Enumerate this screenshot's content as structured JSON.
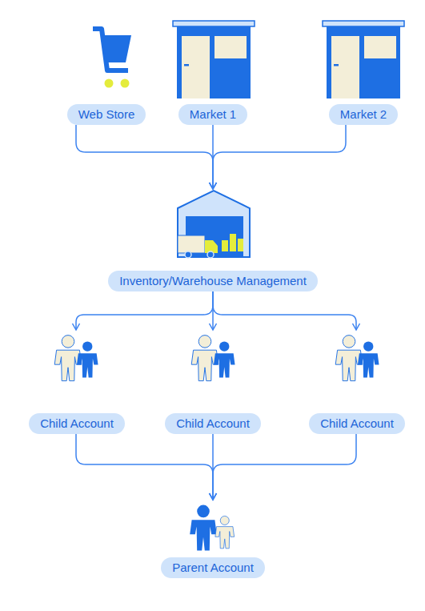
{
  "diagram": {
    "nodes": [
      {
        "text": [
          "Web Store"
        ]
      },
      {
        "text": [
          "Market 1"
        ]
      },
      {
        "text": [
          "Market 2"
        ]
      },
      {
        "text": [
          "Inventory/Warehouse Management"
        ]
      },
      {
        "text": [
          "Child Account"
        ]
      },
      {
        "text": [
          "Child Account"
        ]
      },
      {
        "text": [
          "Child Account"
        ]
      },
      {
        "text": [
          "Parent Account"
        ]
      }
    ],
    "edges": [
      {
        "from": 0,
        "to": 3,
        "arrow": "to"
      },
      {
        "from": 1,
        "to": 3,
        "arrow": "to"
      },
      {
        "from": 2,
        "to": 3,
        "arrow": "to"
      },
      {
        "from": 3,
        "to": 4,
        "arrow": "to"
      },
      {
        "from": 3,
        "to": 5,
        "arrow": "to"
      },
      {
        "from": 3,
        "to": 6,
        "arrow": "to"
      },
      {
        "from": 4,
        "to": 7,
        "arrow": "to"
      },
      {
        "from": 5,
        "to": 7,
        "arrow": "to"
      },
      {
        "from": 6,
        "to": 7,
        "arrow": "to"
      }
    ]
  }
}
